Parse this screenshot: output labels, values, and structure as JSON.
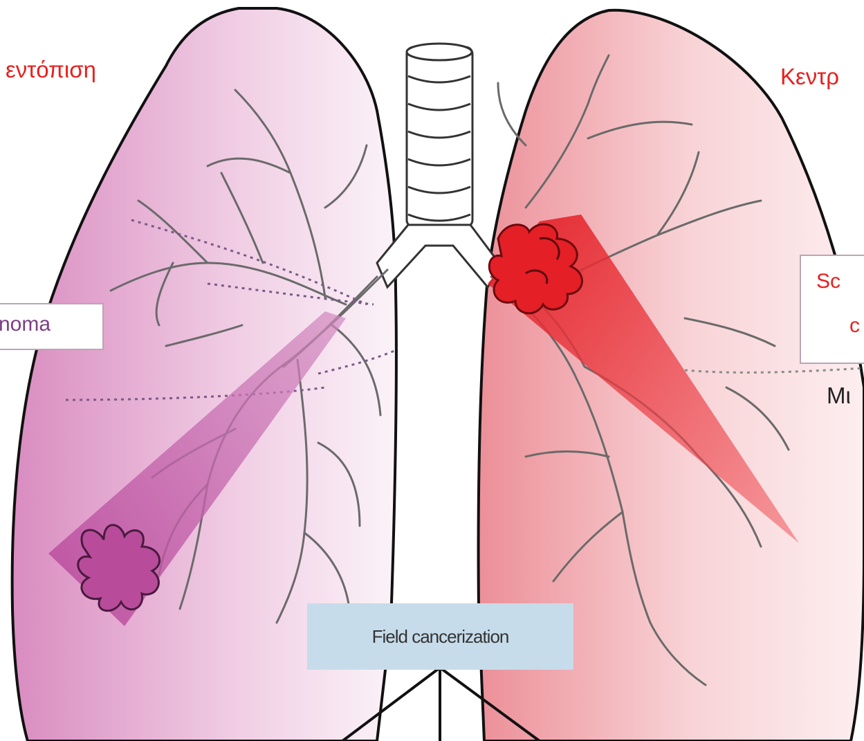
{
  "labels": {
    "left_title": "εντόπιση",
    "right_title": "Κεντρ",
    "left_box": "noma",
    "right_box_line1": "Sc",
    "right_box_line2": "c",
    "right_mid": "Μι",
    "field_box": "Field cancerization"
  },
  "colors": {
    "left_lung": "#e4a5cf",
    "right_lung": "#f1a0a6",
    "left_tumor": "#c04fa0",
    "right_tumor": "#e41f26",
    "label_red": "#e8201e",
    "field_box_bg": "#c7dcea"
  }
}
